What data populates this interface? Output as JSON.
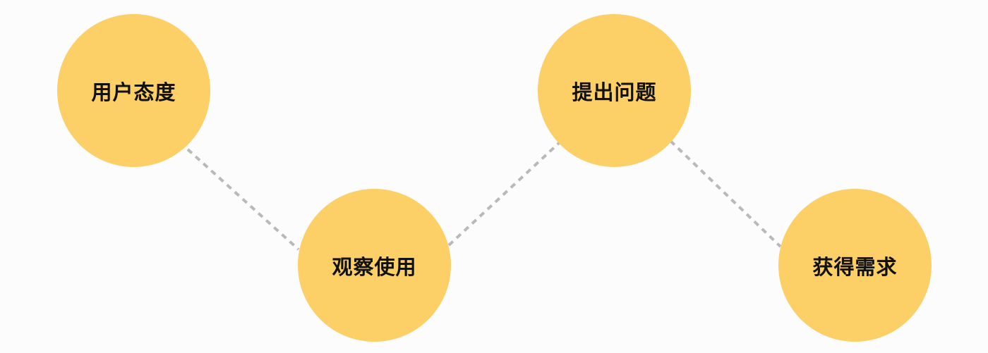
{
  "diagram": {
    "type": "flow",
    "node_color": "#fccf67",
    "connector_color": "#b9b9bc",
    "nodes": [
      {
        "label": "用户态度"
      },
      {
        "label": "观察使用"
      },
      {
        "label": "提出问题"
      },
      {
        "label": "获得需求"
      }
    ],
    "edges": [
      {
        "from": "用户态度",
        "to": "观察使用"
      },
      {
        "from": "观察使用",
        "to": "提出问题"
      },
      {
        "from": "提出问题",
        "to": "获得需求"
      }
    ]
  }
}
